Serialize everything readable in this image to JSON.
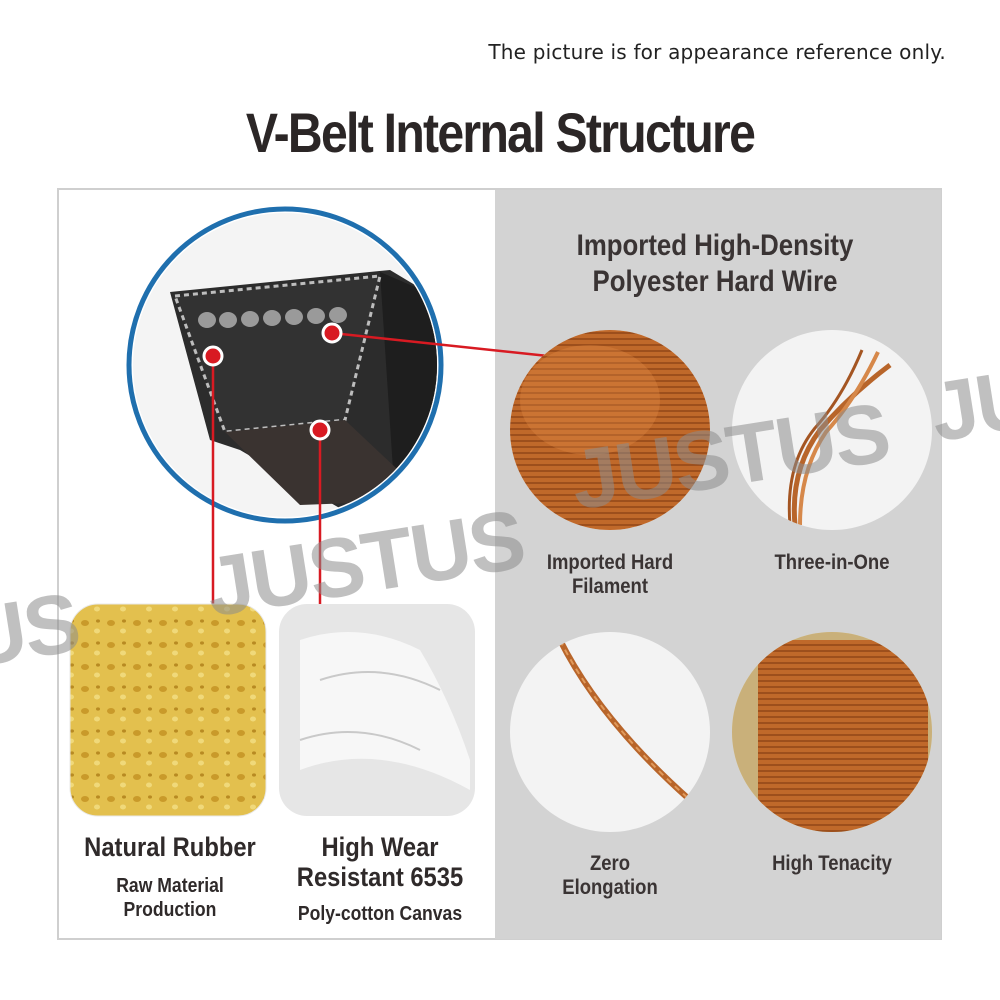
{
  "note": "The picture is for appearance reference only.",
  "title": "V-Belt Internal Structure",
  "watermark": "JUSTUS",
  "left": {
    "rubber": {
      "title": "Natural Rubber",
      "sub": "Raw Material\nProduction"
    },
    "canvas": {
      "title": "High Wear\nResistant 6535",
      "sub": "Poly-cotton Canvas"
    }
  },
  "right": {
    "heading": "Imported High-Density\nPolyester Hard Wire",
    "items": [
      {
        "label": "Imported Hard\nFilament"
      },
      {
        "label": "Three-in-One"
      },
      {
        "label": "Zero\nElongation"
      },
      {
        "label": "High Tenacity"
      }
    ]
  },
  "colors": {
    "accent_blue": "#1f6fae",
    "marker_red": "#d81a22",
    "panel_gray": "#d3d3d3",
    "wire_copper": "#c0692a"
  }
}
